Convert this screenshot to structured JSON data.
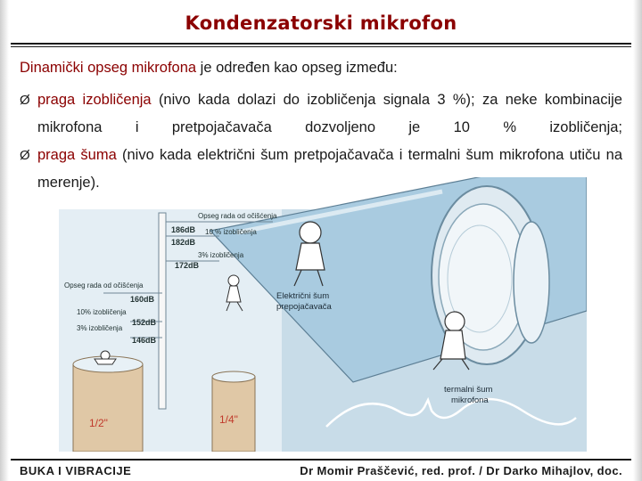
{
  "slide": {
    "title": "Kondenzatorski mikrofon",
    "intro_colored": "Dinamički opseg mikrofona",
    "intro_rest": " je određen kao opseg između:",
    "bullets": [
      {
        "colored": "praga izobličenja",
        "rest": " (nivo kada dolazi do izobličenja signala 3 %); za neke kombinacije mikrofona i pretpojačavača dozvoljeno je 10 % izobličenja;"
      },
      {
        "colored": "praga šuma",
        "rest": " (nivo kada električni šum pretpojačavača i termalni šum mikrofona utiču na merenje)."
      }
    ]
  },
  "illustration": {
    "labels": {
      "opseg_top": "Opseg rada od očišćenja",
      "dB186": "186dB",
      "pct10": "10 % izobličenja",
      "dB182": "182dB",
      "pct3": "3% izobličenja",
      "dB172": "172dB",
      "opseg_left": "Opseg rada od očišćenja",
      "dB160": "160dB",
      "pct10b": "10% izobličenja",
      "dB152": "152dB",
      "pct3b": "3% izobličenja",
      "dB146": "146dB",
      "mic1": "1/2\"",
      "mic2": "1/4\"",
      "elec_noise_1": "Električni šum",
      "elec_noise_2": "prepojačavača",
      "therm_noise_1": "termalni šum",
      "therm_noise_2": "mikrofona"
    },
    "colors": {
      "background": "#c8dce8",
      "tube": "#a9cbe0",
      "mic_tan": "#e0c8a6",
      "mic_text": "#c0392b",
      "grill": "#e8f1f6"
    }
  },
  "footer": {
    "left": "BUKA I VIBRACIJE",
    "right": "Dr Momir Praščević, red. prof. / Dr Darko Mihajlov, doc."
  }
}
